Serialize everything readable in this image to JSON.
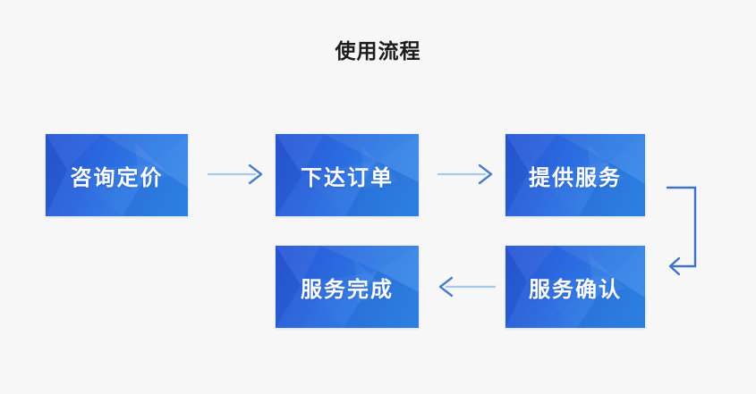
{
  "diagram": {
    "title": "使用流程",
    "background_color": "#f7f7f7",
    "title_color": "#1c1c1c",
    "node_gradient_from": "#2957d6",
    "node_gradient_to": "#2f86e9",
    "node_text_color": "#ffffff",
    "arrow_shaft_color": "#a9c8ea",
    "arrow_head_color": "#4a7fc8",
    "connector_color": "#4073c8"
  },
  "nodes": [
    {
      "id": "node-1",
      "label": "咨询定价",
      "step": "1",
      "row": "top",
      "column": "1"
    },
    {
      "id": "node-2",
      "label": "下达订单",
      "step": "2",
      "row": "top",
      "column": "2"
    },
    {
      "id": "node-3",
      "label": "提供服务",
      "step": "3",
      "row": "top",
      "column": "3"
    },
    {
      "id": "node-4",
      "label": "服务完成",
      "step": "5",
      "row": "bottom",
      "column": "2"
    },
    {
      "id": "node-5",
      "label": "服务确认",
      "step": "4",
      "row": "bottom",
      "column": "3"
    }
  ],
  "connectors": [
    {
      "id": "arrow-1",
      "from": "咨询定价",
      "to": "下达订单",
      "direction": "right"
    },
    {
      "id": "arrow-2",
      "from": "下达订单",
      "to": "提供服务",
      "direction": "right"
    },
    {
      "id": "arrow-3",
      "from": "提供服务",
      "to": "服务确认",
      "direction": "down-left-bracket"
    },
    {
      "id": "arrow-4",
      "from": "服务确认",
      "to": "服务完成",
      "direction": "left"
    }
  ]
}
